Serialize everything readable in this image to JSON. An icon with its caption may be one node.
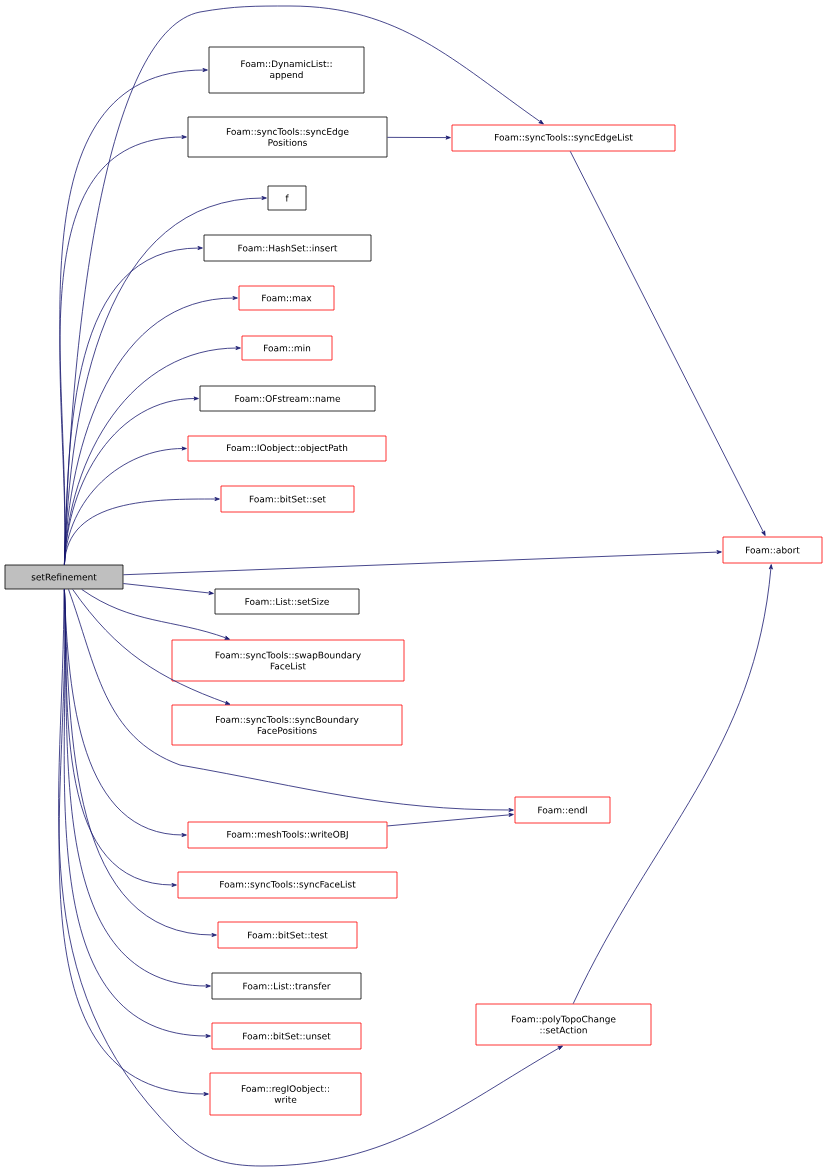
{
  "diagram": {
    "nodes": [
      {
        "text": [
          "setRefinement"
        ]
      },
      {
        "text": [
          "Foam::DynamicList:: append"
        ]
      },
      {
        "text": [
          "Foam::syncTools::syncEdge Positions"
        ]
      },
      {
        "text": [
          "Foam::syncTools::syncEdgeList"
        ]
      },
      {
        "text": [
          "f"
        ]
      },
      {
        "text": [
          "Foam::HashSet::insert"
        ]
      },
      {
        "text": [
          "Foam::max"
        ]
      },
      {
        "text": [
          "Foam::min"
        ]
      },
      {
        "text": [
          "Foam::OFstream::name"
        ]
      },
      {
        "text": [
          "Foam::IOobject::objectPath"
        ]
      },
      {
        "text": [
          "Foam::bitSet::set"
        ]
      },
      {
        "text": [
          "Foam::abort"
        ]
      },
      {
        "text": [
          "Foam::List::setSize"
        ]
      },
      {
        "text": [
          "Foam::syncTools::swapBoundary FaceList"
        ]
      },
      {
        "text": [
          "Foam::syncTools::syncBoundary FacePositions"
        ]
      },
      {
        "text": [
          "Foam::endl"
        ]
      },
      {
        "text": [
          "Foam::meshTools::writeOBJ"
        ]
      },
      {
        "text": [
          "Foam::syncTools::syncFaceList"
        ]
      },
      {
        "text": [
          "Foam::bitSet::test"
        ]
      },
      {
        "text": [
          "Foam::List::transfer"
        ]
      },
      {
        "text": [
          "Foam::polyTopoChange ::setAction"
        ]
      },
      {
        "text": [
          "Foam::bitSet::unset"
        ]
      },
      {
        "text": [
          "Foam::regIOobject:: write"
        ]
      }
    ],
    "edges": [
      {
        "from": 0,
        "to": 1,
        "arrow": "to"
      },
      {
        "from": 0,
        "to": 2,
        "arrow": "to"
      },
      {
        "from": 0,
        "to": 3,
        "arrow": "to"
      },
      {
        "from": 0,
        "to": 4,
        "arrow": "to"
      },
      {
        "from": 0,
        "to": 5,
        "arrow": "to"
      },
      {
        "from": 0,
        "to": 6,
        "arrow": "to"
      },
      {
        "from": 0,
        "to": 7,
        "arrow": "to"
      },
      {
        "from": 0,
        "to": 8,
        "arrow": "to"
      },
      {
        "from": 0,
        "to": 9,
        "arrow": "to"
      },
      {
        "from": 0,
        "to": 10,
        "arrow": "to"
      },
      {
        "from": 0,
        "to": 11,
        "arrow": "to"
      },
      {
        "from": 0,
        "to": 12,
        "arrow": "to"
      },
      {
        "from": 0,
        "to": 13,
        "arrow": "to"
      },
      {
        "from": 0,
        "to": 14,
        "arrow": "to"
      },
      {
        "from": 0,
        "to": 15,
        "arrow": "to"
      },
      {
        "from": 0,
        "to": 16,
        "arrow": "to"
      },
      {
        "from": 0,
        "to": 17,
        "arrow": "to"
      },
      {
        "from": 0,
        "to": 18,
        "arrow": "to"
      },
      {
        "from": 0,
        "to": 19,
        "arrow": "to"
      },
      {
        "from": 0,
        "to": 20,
        "arrow": "to"
      },
      {
        "from": 0,
        "to": 21,
        "arrow": "to"
      },
      {
        "from": 0,
        "to": 22,
        "arrow": "to"
      },
      {
        "from": 2,
        "to": 3,
        "arrow": "to"
      },
      {
        "from": 3,
        "to": 11,
        "arrow": "to"
      },
      {
        "from": 16,
        "to": 15,
        "arrow": "to"
      },
      {
        "from": 20,
        "to": 11,
        "arrow": "to"
      }
    ]
  }
}
